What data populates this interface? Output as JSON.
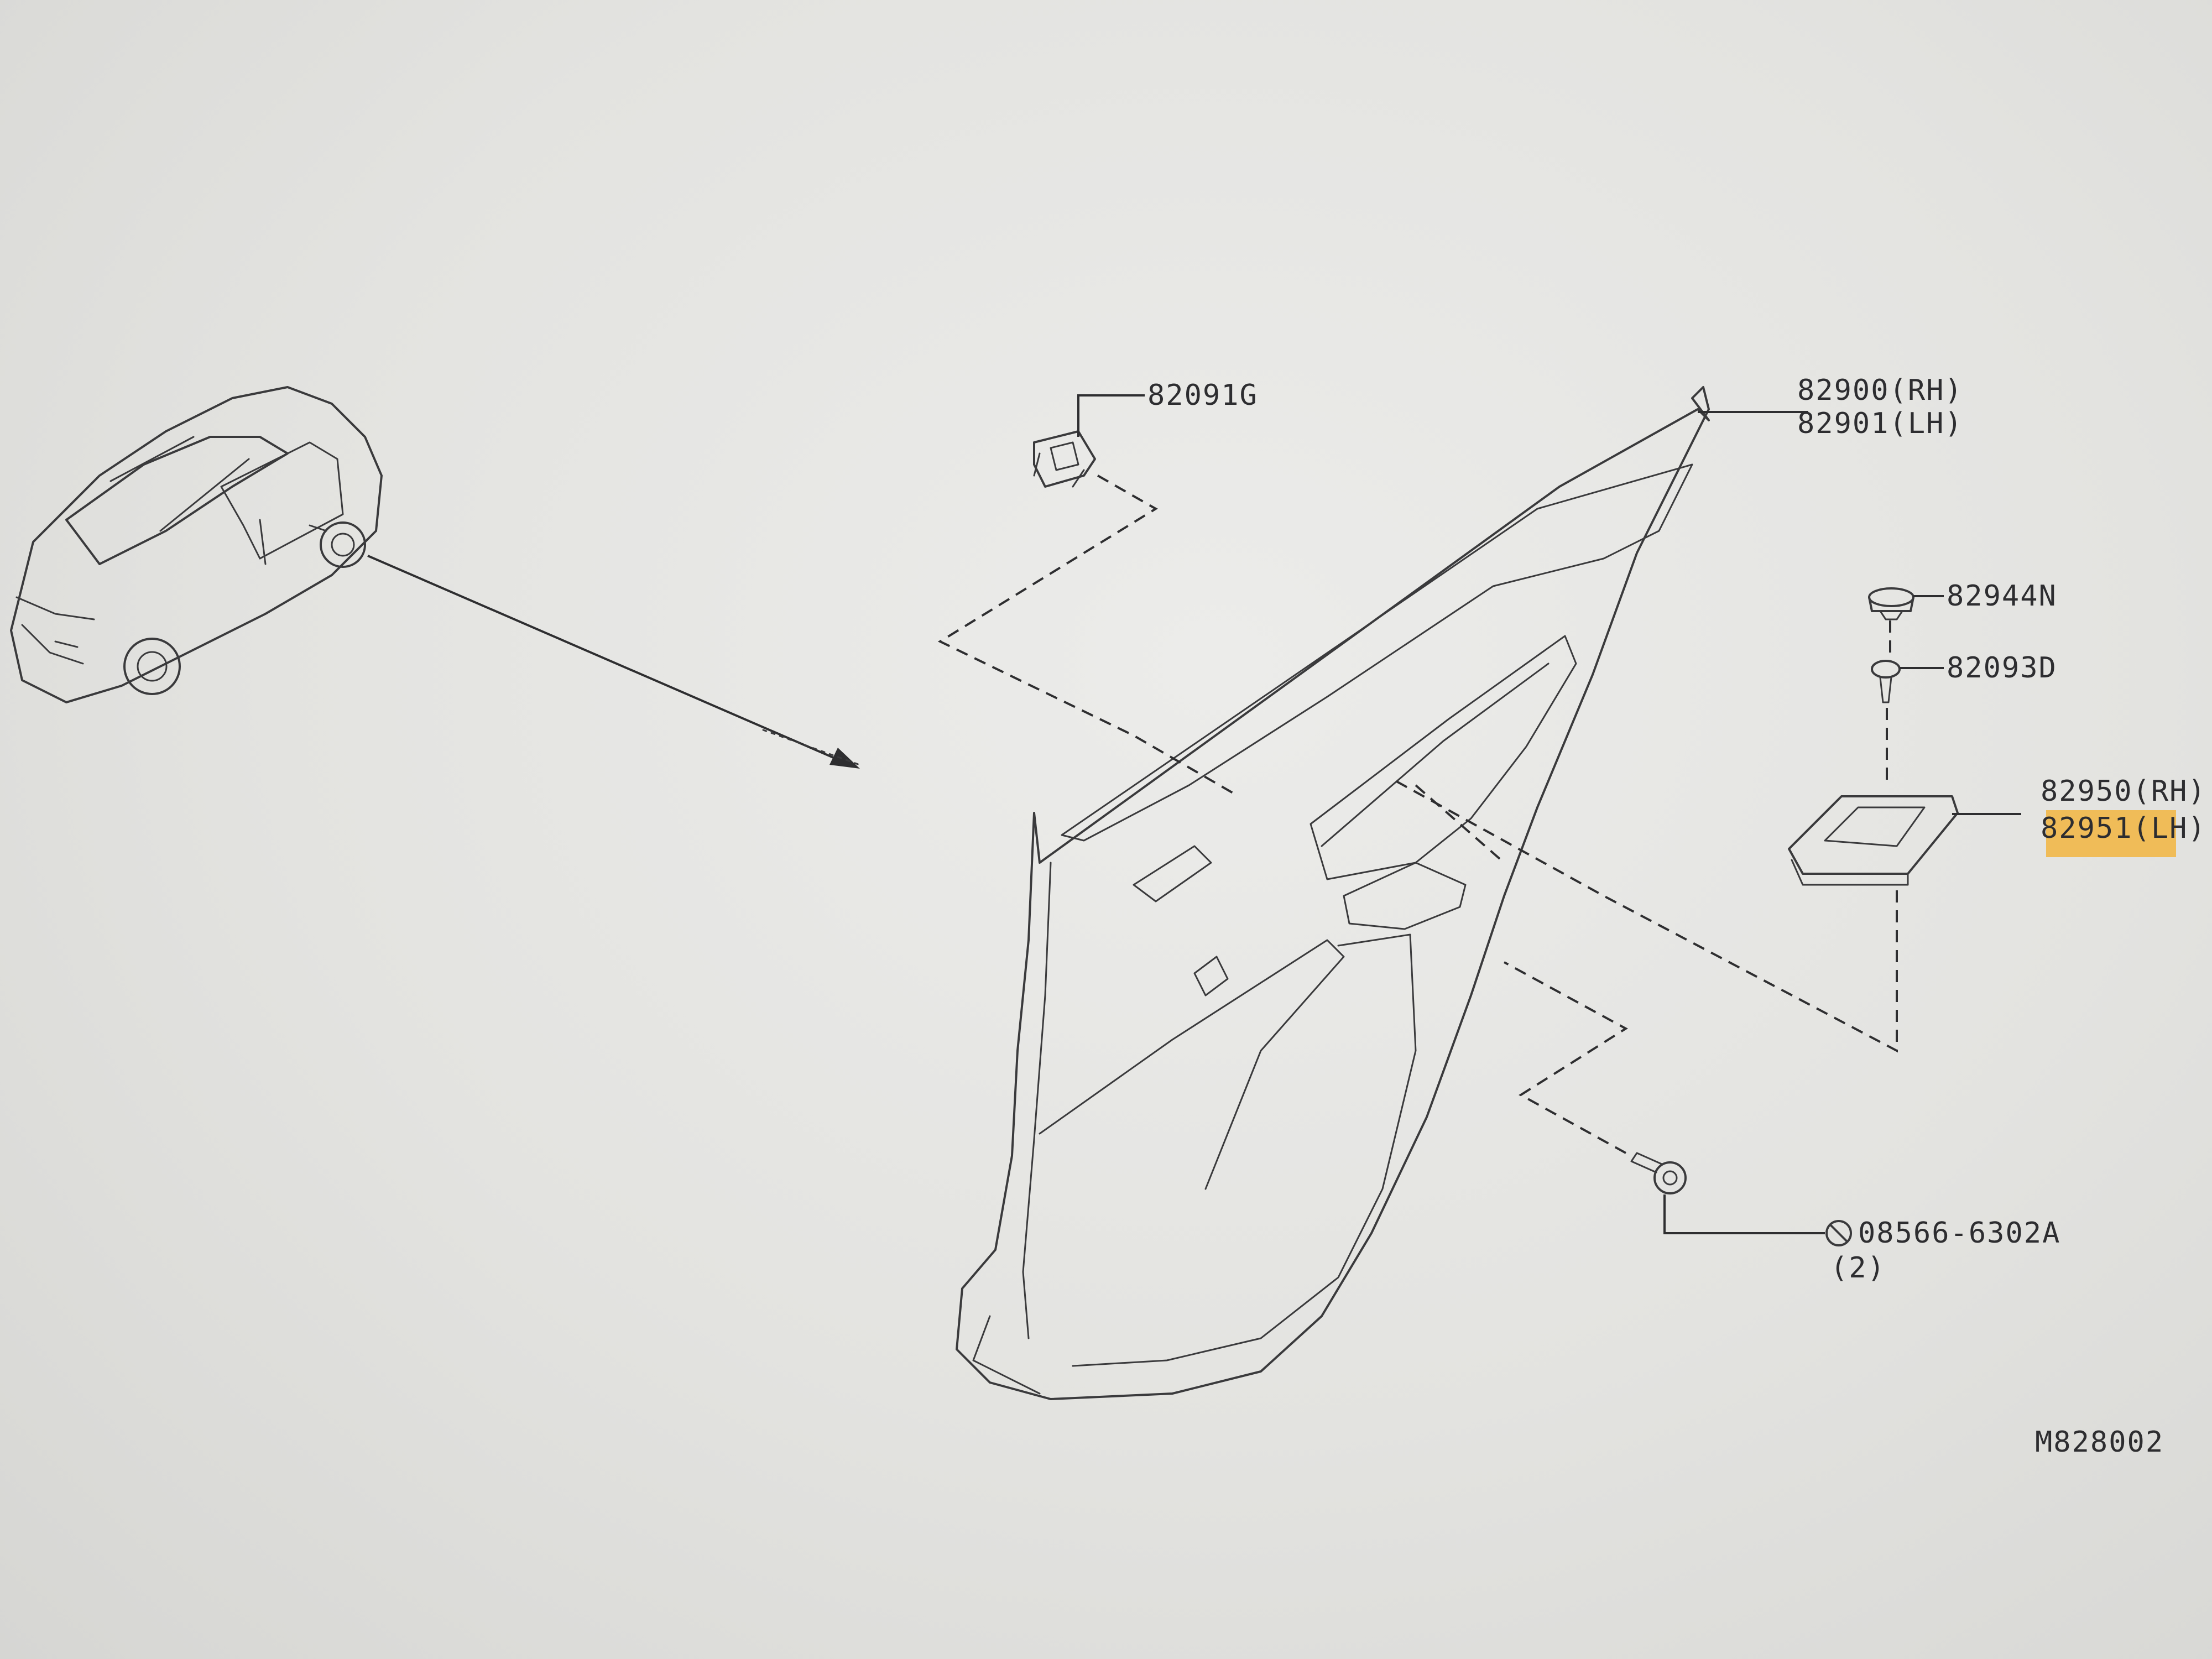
{
  "labels": {
    "part_82091g": "82091G",
    "part_82900_rh": "82900(RH)",
    "part_82901_lh": "82901(LH)",
    "part_82944n": "82944N",
    "part_82093d": "82093D",
    "part_82950_rh": "82950(RH)",
    "part_82951_lh": "82951(LH)",
    "bolt_code": "08566-6302A",
    "bolt_qty": "(2)",
    "drawing_id": "M828002"
  },
  "highlight_color": "#f2b540",
  "icons": [
    "car-icon",
    "door-panel-icon",
    "clip-icon",
    "grommet-icon",
    "screw-icon",
    "finisher-icon",
    "bolt-icon",
    "circle-slash-icon"
  ]
}
